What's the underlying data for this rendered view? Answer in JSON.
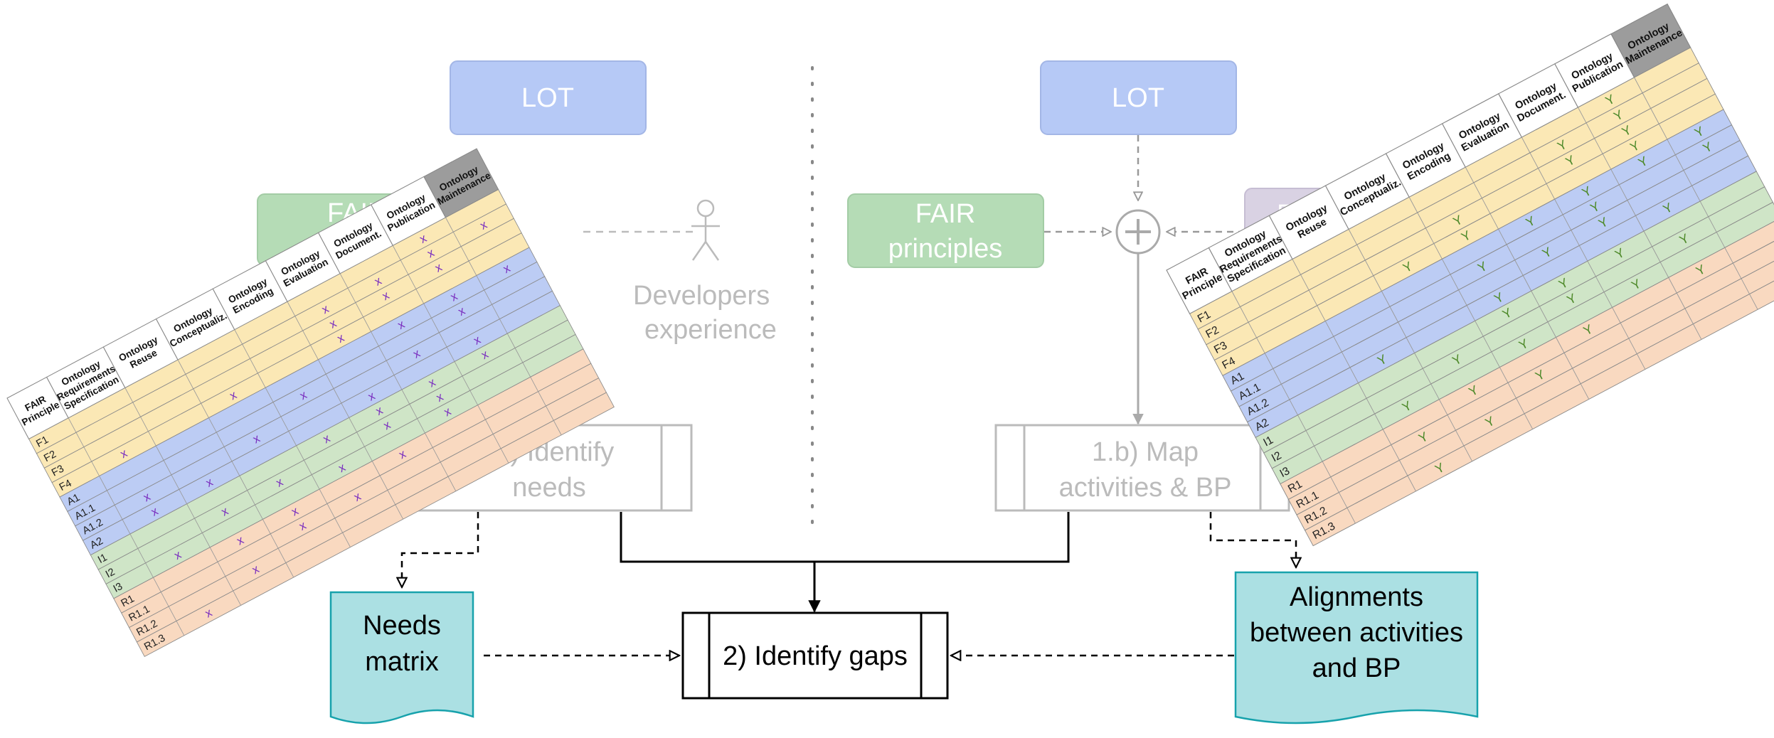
{
  "nodes": {
    "lot_left": "LOT",
    "lot_right": "LOT",
    "fair_left": "FAIR principles",
    "fair_right_line1": "FAIR",
    "fair_right_line2": "principles",
    "developers_line1": "Developers",
    "developers_line2": "experience",
    "identify_needs_line1": "1.a) Identify",
    "identify_needs_line2": "needs",
    "map_activities_line1": "1.b) Map",
    "map_activities_line2": "activities &  BP",
    "identify_gaps": "2) Identify gaps",
    "needs_matrix_line1": "Needs",
    "needs_matrix_line2": "matrix",
    "alignments_line1": "Alignments",
    "alignments_line2": "between activities",
    "alignments_line3": "and BP",
    "gray_box_partial": "F"
  },
  "tables": {
    "columns": [
      [
        "FAIR",
        "Principle"
      ],
      [
        "Ontology",
        "Requirements",
        "Specification"
      ],
      [
        "Ontology",
        "Reuse"
      ],
      [
        "Ontology",
        "Conceptualiz."
      ],
      [
        "Ontology",
        "Encoding"
      ],
      [
        "Ontology",
        "Evaluation"
      ],
      [
        "Ontology",
        "Document."
      ],
      [
        "Ontology",
        "Publication"
      ],
      [
        "Ontology",
        "Maintenance"
      ]
    ],
    "rows": [
      "F1",
      "F2",
      "F3",
      "F4",
      "A1",
      "A1.1",
      "A1.2",
      "A2",
      "I1",
      "I2",
      "I3",
      "R1",
      "R1.1",
      "R1.2",
      "R1.3"
    ],
    "row_groups": [
      "F",
      "F",
      "F",
      "F",
      "A",
      "A",
      "A",
      "A",
      "I",
      "I",
      "I",
      "R",
      "R",
      "R",
      "R"
    ],
    "group_colors": {
      "F": "#fbe8b5",
      "A": "#bcccf4",
      "I": "#cfe5c7",
      "R": "#f9d9c0"
    },
    "header_fill_last": "#9c9c9c",
    "needs_mark": "x",
    "needs_mark_color": "#7a2fbf",
    "alignment_mark": "Y",
    "alignment_mark_color": "#4f8a2b",
    "needs_cells": [
      [
        0,
        7
      ],
      [
        1,
        5
      ],
      [
        1,
        6
      ],
      [
        1,
        7
      ],
      [
        1,
        8
      ],
      [
        2,
        5
      ],
      [
        2,
        6
      ],
      [
        2,
        7
      ],
      [
        3,
        1
      ],
      [
        3,
        3
      ],
      [
        3,
        5
      ],
      [
        4,
        6
      ],
      [
        4,
        7
      ],
      [
        4,
        8
      ],
      [
        5,
        4
      ],
      [
        5,
        7
      ],
      [
        6,
        1
      ],
      [
        6,
        3
      ],
      [
        6,
        6
      ],
      [
        7,
        1
      ],
      [
        7,
        2
      ],
      [
        7,
        5
      ],
      [
        7,
        7
      ],
      [
        8,
        4
      ],
      [
        8,
        5
      ],
      [
        8,
        6
      ],
      [
        8,
        7
      ],
      [
        9,
        2
      ],
      [
        9,
        3
      ],
      [
        9,
        5
      ],
      [
        9,
        6
      ],
      [
        10,
        1
      ],
      [
        10,
        4
      ],
      [
        10,
        6
      ],
      [
        11,
        2
      ],
      [
        11,
        3
      ],
      [
        11,
        5
      ],
      [
        12,
        3
      ],
      [
        12,
        4
      ],
      [
        13,
        2
      ],
      [
        14,
        1
      ]
    ],
    "alignment_cells": [
      [
        0,
        7
      ],
      [
        1,
        6
      ],
      [
        1,
        7
      ],
      [
        2,
        4
      ],
      [
        2,
        6
      ],
      [
        2,
        7
      ],
      [
        3,
        3
      ],
      [
        3,
        4
      ],
      [
        3,
        7
      ],
      [
        4,
        5
      ],
      [
        4,
        6
      ],
      [
        4,
        7
      ],
      [
        4,
        8
      ],
      [
        5,
        4
      ],
      [
        5,
        6
      ],
      [
        5,
        8
      ],
      [
        6,
        5
      ],
      [
        6,
        6
      ],
      [
        7,
        2
      ],
      [
        7,
        4
      ],
      [
        7,
        7
      ],
      [
        8,
        4
      ],
      [
        8,
        5
      ],
      [
        8,
        6
      ],
      [
        9,
        3
      ],
      [
        9,
        5
      ],
      [
        9,
        7
      ],
      [
        10,
        2
      ],
      [
        10,
        4
      ],
      [
        10,
        6
      ],
      [
        11,
        3
      ],
      [
        11,
        5
      ],
      [
        11,
        7
      ],
      [
        12,
        2
      ],
      [
        12,
        4
      ],
      [
        13,
        3
      ],
      [
        14,
        2
      ]
    ]
  }
}
